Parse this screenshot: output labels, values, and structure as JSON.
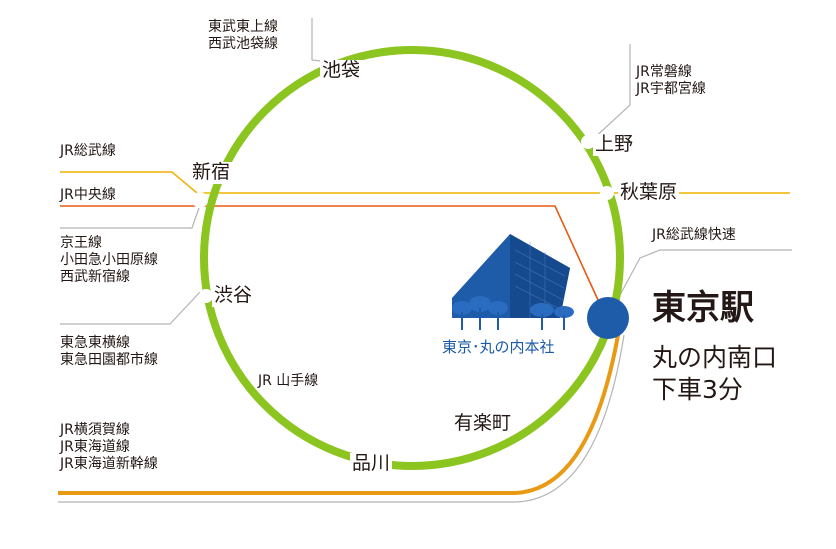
{
  "colors": {
    "yamanote": "#8cc420",
    "chuo_line": "#e85a14",
    "sobu_line": "#f0b400",
    "tokaido_line": "#e89a14",
    "connector": "#b4b4b4",
    "station_dot": "#1e5ba8",
    "text": "#231815",
    "office_text": "#1b5aa8"
  },
  "map": {
    "loop_name": "JR 山手線",
    "stations": {
      "ikebukuro": "池袋",
      "shinjuku": "新宿",
      "shibuya": "渋谷",
      "shinagawa": "品川",
      "yurakucho": "有楽町",
      "ueno": "上野",
      "akihabara": "秋葉原"
    },
    "transfers": {
      "ikebukuro": [
        "東武東上線",
        "西武池袋線"
      ],
      "ueno": [
        "JR常磐線",
        "JR宇都宮線"
      ],
      "shinjuku_sobu": "JR総武線",
      "shinjuku_chuo": "JR中央線",
      "shinjuku_private": [
        "京王線",
        "小田急小田原線",
        "西武新宿線"
      ],
      "shibuya": [
        "東急東横線",
        "東急田園都市線"
      ],
      "shinagawa": [
        "JR横須賀線",
        "JR東海道線",
        "JR東海道新幹線"
      ],
      "tokyo_rapid": "JR総武線快速"
    },
    "office": {
      "label": "東京･丸の内本社",
      "icon": "office-building-icon"
    },
    "destination": {
      "station": "東京駅",
      "exit": "丸の内南口",
      "walk": "下車3分"
    }
  }
}
